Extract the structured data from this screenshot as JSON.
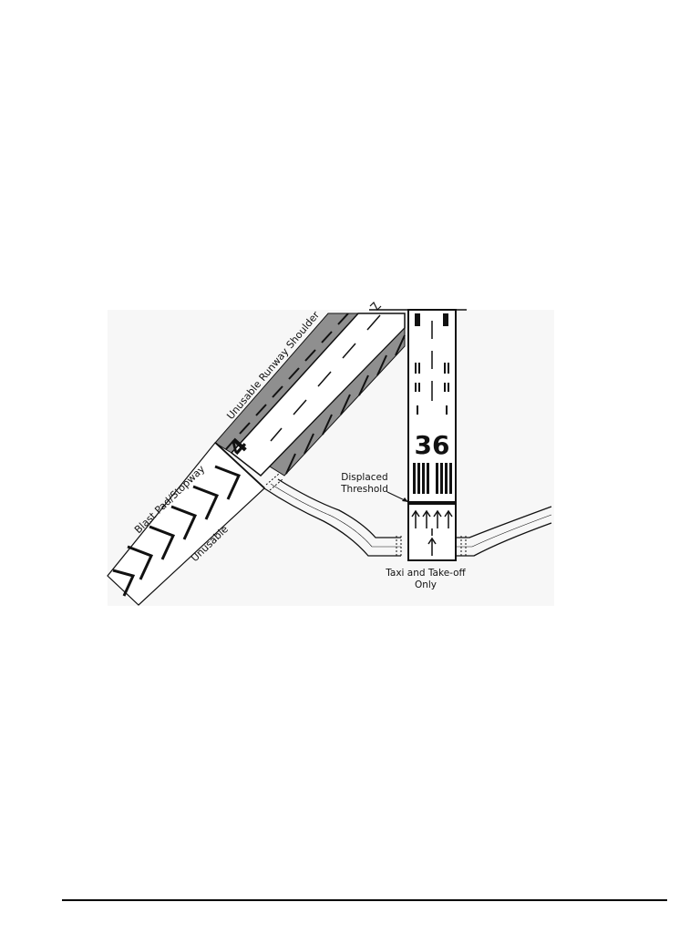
{
  "diagram": {
    "runway_designators": {
      "diagonal": "4",
      "vertical": "36"
    },
    "labels": {
      "shoulder": "Unusable Runway Shoulder",
      "blast_pad": "Blast Pad/Stopway",
      "unusable": "Unusable",
      "displaced_line1": "Displaced",
      "displaced_line2": "Threshold",
      "taxi_line1": "Taxi and Take-off",
      "taxi_line2": "Only"
    },
    "colors": {
      "shoulder_fill": "#8f8f8f",
      "background_panel": "#f7f7f7",
      "ink": "#111111"
    }
  }
}
